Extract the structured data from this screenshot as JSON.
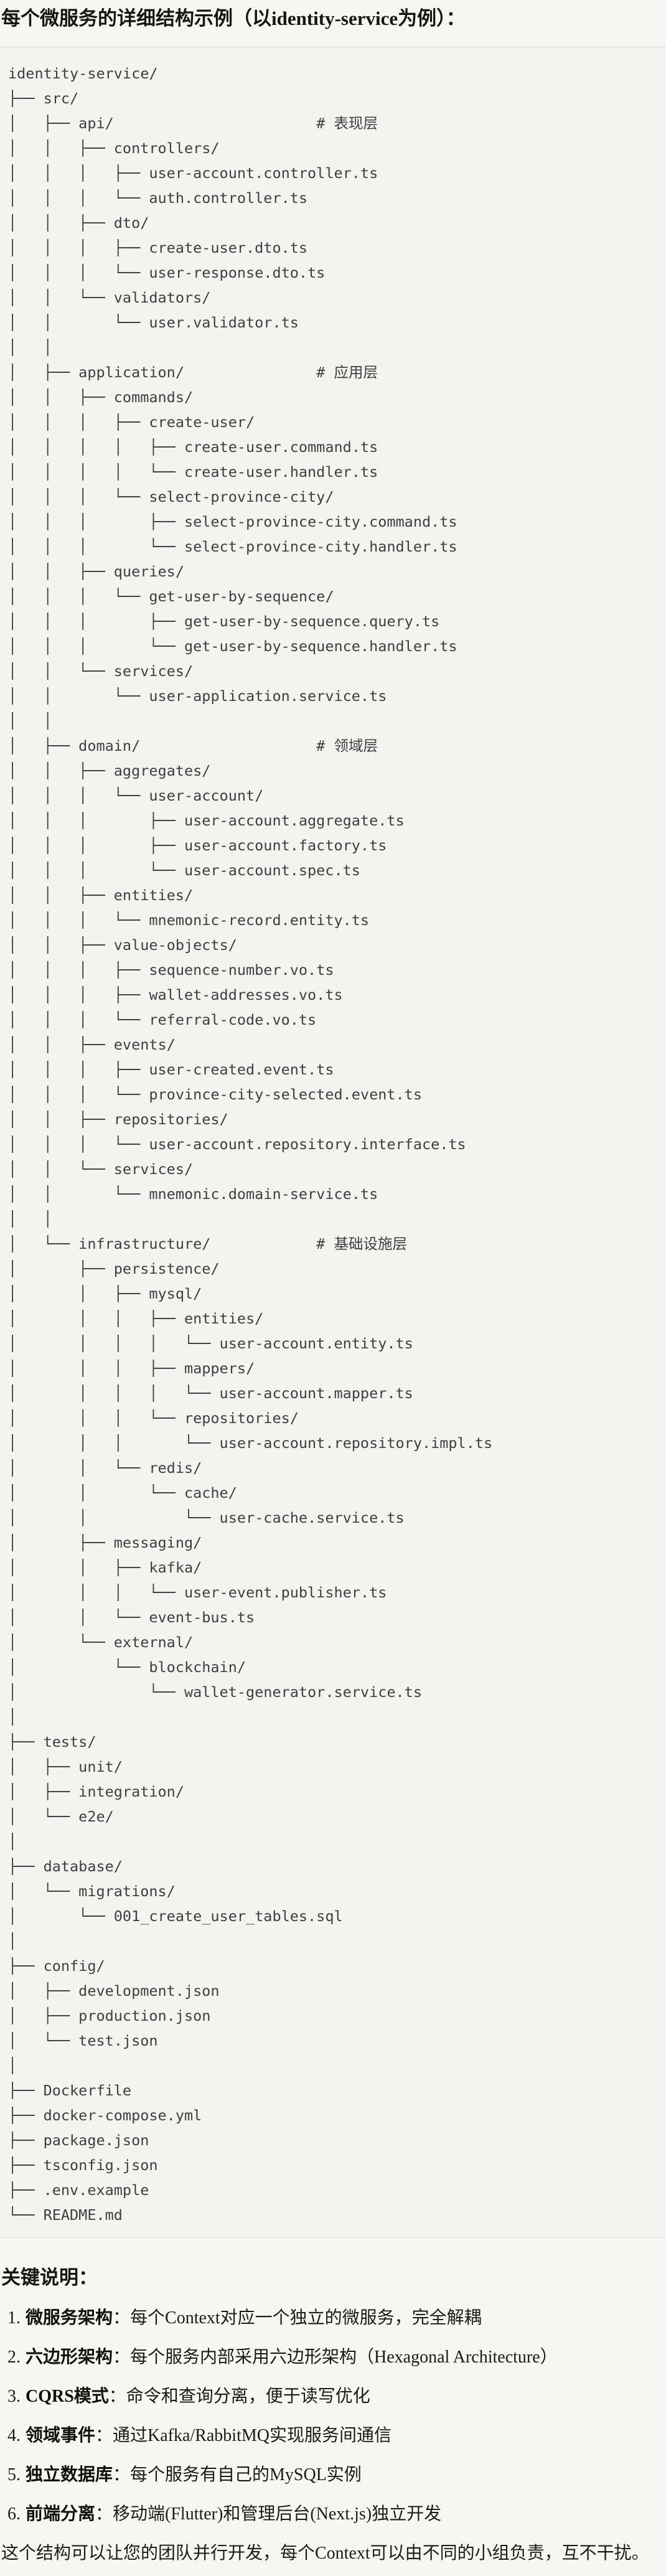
{
  "title": "每个微服务的详细结构示例（以identity-service为例）：",
  "tree": [
    "identity-service/",
    "├── src/",
    "│   ├── api/                       # 表现层",
    "│   │   ├── controllers/",
    "│   │   │   ├── user-account.controller.ts",
    "│   │   │   └── auth.controller.ts",
    "│   │   ├── dto/",
    "│   │   │   ├── create-user.dto.ts",
    "│   │   │   └── user-response.dto.ts",
    "│   │   └── validators/",
    "│   │       └── user.validator.ts",
    "│   │",
    "│   ├── application/               # 应用层",
    "│   │   ├── commands/",
    "│   │   │   ├── create-user/",
    "│   │   │   │   ├── create-user.command.ts",
    "│   │   │   │   └── create-user.handler.ts",
    "│   │   │   └── select-province-city/",
    "│   │   │       ├── select-province-city.command.ts",
    "│   │   │       └── select-province-city.handler.ts",
    "│   │   ├── queries/",
    "│   │   │   └── get-user-by-sequence/",
    "│   │   │       ├── get-user-by-sequence.query.ts",
    "│   │   │       └── get-user-by-sequence.handler.ts",
    "│   │   └── services/",
    "│   │       └── user-application.service.ts",
    "│   │",
    "│   ├── domain/                    # 领域层",
    "│   │   ├── aggregates/",
    "│   │   │   └── user-account/",
    "│   │   │       ├── user-account.aggregate.ts",
    "│   │   │       ├── user-account.factory.ts",
    "│   │   │       └── user-account.spec.ts",
    "│   │   ├── entities/",
    "│   │   │   └── mnemonic-record.entity.ts",
    "│   │   ├── value-objects/",
    "│   │   │   ├── sequence-number.vo.ts",
    "│   │   │   ├── wallet-addresses.vo.ts",
    "│   │   │   └── referral-code.vo.ts",
    "│   │   ├── events/",
    "│   │   │   ├── user-created.event.ts",
    "│   │   │   └── province-city-selected.event.ts",
    "│   │   ├── repositories/",
    "│   │   │   └── user-account.repository.interface.ts",
    "│   │   └── services/",
    "│   │       └── mnemonic.domain-service.ts",
    "│   │",
    "│   └── infrastructure/            # 基础设施层",
    "│       ├── persistence/",
    "│       │   ├── mysql/",
    "│       │   │   ├── entities/",
    "│       │   │   │   └── user-account.entity.ts",
    "│       │   │   ├── mappers/",
    "│       │   │   │   └── user-account.mapper.ts",
    "│       │   │   └── repositories/",
    "│       │   │       └── user-account.repository.impl.ts",
    "│       │   └── redis/",
    "│       │       └── cache/",
    "│       │           └── user-cache.service.ts",
    "│       ├── messaging/",
    "│       │   ├── kafka/",
    "│       │   │   └── user-event.publisher.ts",
    "│       │   └── event-bus.ts",
    "│       └── external/",
    "│           └── blockchain/",
    "│               └── wallet-generator.service.ts",
    "│",
    "├── tests/",
    "│   ├── unit/",
    "│   ├── integration/",
    "│   └── e2e/",
    "│",
    "├── database/",
    "│   └── migrations/",
    "│       └── 001_create_user_tables.sql",
    "│",
    "├── config/",
    "│   ├── development.json",
    "│   ├── production.json",
    "│   └── test.json",
    "│",
    "├── Dockerfile",
    "├── docker-compose.yml",
    "├── package.json",
    "├── tsconfig.json",
    "├── .env.example",
    "└── README.md"
  ],
  "notes": {
    "heading": "关键说明：",
    "items": [
      {
        "num": "1.",
        "label": "微服务架构",
        "text": "：每个Context对应一个独立的微服务，完全解耦"
      },
      {
        "num": "2.",
        "label": "六边形架构",
        "text": "：每个服务内部采用六边形架构（Hexagonal Architecture）"
      },
      {
        "num": "3.",
        "label": "CQRS模式",
        "text": "：命令和查询分离，便于读写优化"
      },
      {
        "num": "4.",
        "label": "领域事件",
        "text": "：通过Kafka/RabbitMQ实现服务间通信"
      },
      {
        "num": "5.",
        "label": "独立数据库",
        "text": "：每个服务有自己的MySQL实例"
      },
      {
        "num": "6.",
        "label": "前端分离",
        "text": "：移动端(Flutter)和管理后台(Next.js)独立开发"
      }
    ],
    "footer": "这个结构可以让您的团队并行开发，每个Context可以由不同的小组负责，互不干扰。"
  },
  "colors": {
    "page_background": "#f7f6f1",
    "code_background": "#f4f3ee",
    "divider": "#dedcd5",
    "tree_text": "#3b4045",
    "heading_text": "#16150f"
  }
}
